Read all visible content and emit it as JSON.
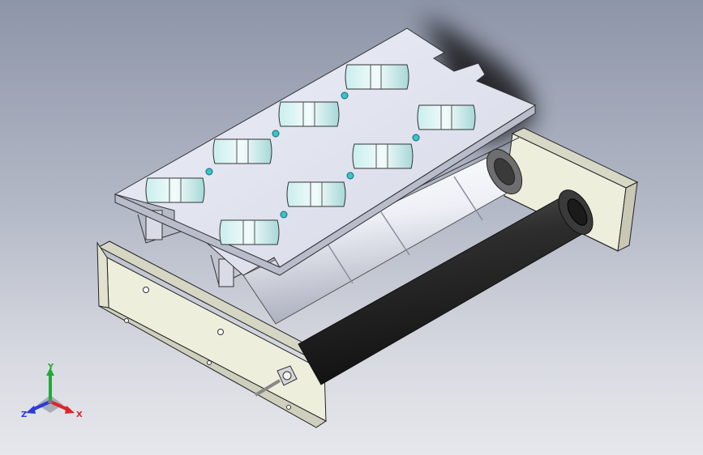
{
  "viewport": {
    "background_top": "#8d95a8",
    "background_bottom": "#e6e7ec"
  },
  "model": {
    "plate_color": "#e3e4f0",
    "frame_color": "#eeeedd",
    "tube_light_color": "#f4f5fa",
    "tube_dark_color": "#2c2c2c",
    "accent_fastener_color": "#38c4c8"
  },
  "triad": {
    "x_label": "X",
    "y_label": "Y",
    "z_label": "Z",
    "x_color": "#e0222a",
    "y_color": "#1faa3a",
    "z_color": "#2a3ad8"
  }
}
